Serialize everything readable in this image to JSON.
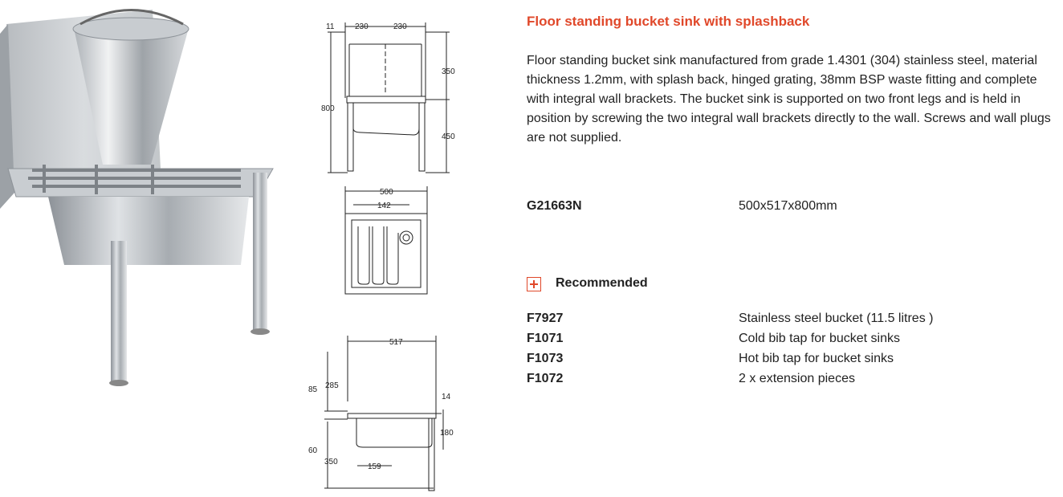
{
  "product": {
    "title": "Floor standing bucket sink with splashback",
    "description": "Floor standing bucket sink manufactured from grade 1.4301 (304) stainless steel, material thickness 1.2mm, with splash back, hinged grating, 38mm BSP waste fitting and complete with integral wall brackets. The bucket sink is supported on two front legs and is held in position by screwing the two integral wall brackets directly to the wall. Screws and wall plugs are not supplied.",
    "code": "G21663N",
    "dimensions": "500x517x800mm"
  },
  "recommended": {
    "heading": "Recommended",
    "items": [
      {
        "code": "F7927",
        "description": "Stainless steel bucket (11.5 litres )"
      },
      {
        "code": "F1071",
        "description": "Cold bib tap for bucket sinks"
      },
      {
        "code": "F1073",
        "description": "Hot bib tap for bucket sinks"
      },
      {
        "code": "F1072",
        "description": "2 x extension pieces"
      }
    ]
  },
  "drawings": {
    "front": {
      "d11": "11",
      "d230a": "230",
      "d230b": "230",
      "d350": "350",
      "d450": "450",
      "d800": "800"
    },
    "top": {
      "d500": "500",
      "d142": "142"
    },
    "side": {
      "d517": "517",
      "d285": "285",
      "d85": "85",
      "d14": "14",
      "d180": "180",
      "d60": "60",
      "d350": "350",
      "d159": "159"
    }
  },
  "colors": {
    "accent": "#e0482a",
    "text": "#222222"
  }
}
